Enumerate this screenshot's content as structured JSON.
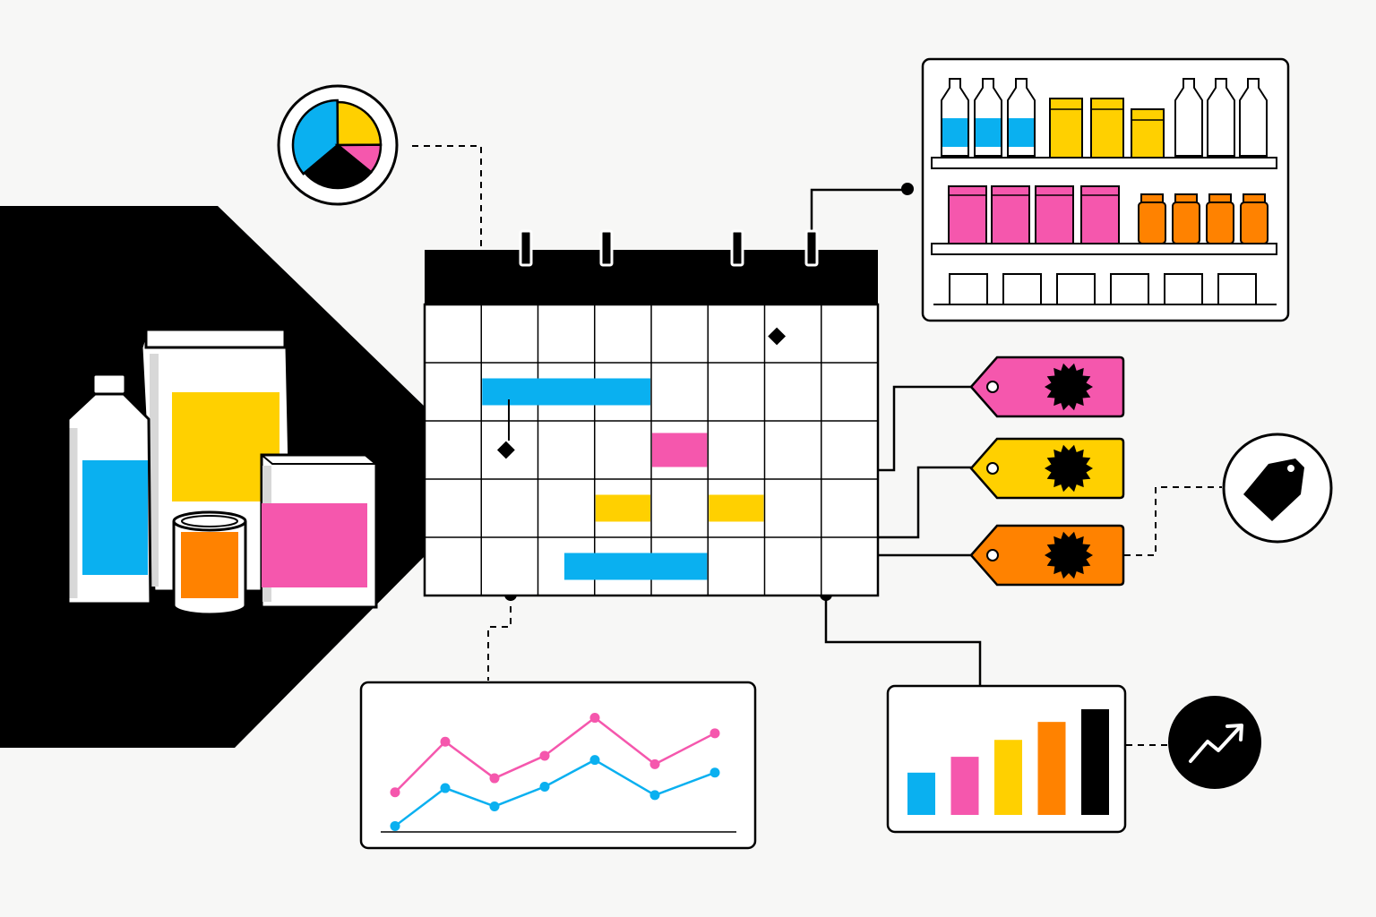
{
  "colors": {
    "background": "#f7f7f6",
    "ink": "#000000",
    "cyan": "#0ab0f0",
    "magenta": "#f557ad",
    "yellow": "#ffd000",
    "orange": "#ff8200",
    "paper": "#ffffff"
  },
  "products": [
    "bottle",
    "pouch",
    "box",
    "can"
  ],
  "pie_icon": {
    "slices": [
      {
        "color": "cyan",
        "fraction": 0.36
      },
      {
        "color": "yellow",
        "fraction": 0.25
      },
      {
        "color": "magenta",
        "fraction": 0.11
      },
      {
        "color": "black",
        "fraction": 0.28
      }
    ]
  },
  "calendar": {
    "columns": 8,
    "rows": 5,
    "binder_rings": 4,
    "bars": [
      {
        "row": 1,
        "start_col": 1,
        "span": 3,
        "color": "cyan"
      },
      {
        "row": 2,
        "start_col": 4,
        "span": 1,
        "color": "magenta"
      },
      {
        "row": 3,
        "start_col": 3,
        "span": 1,
        "color": "yellow"
      },
      {
        "row": 3,
        "start_col": 5,
        "span": 1,
        "color": "yellow"
      },
      {
        "row": 4,
        "start_col": 2.45,
        "span": 2.55,
        "color": "cyan"
      }
    ],
    "milestones": [
      {
        "row": 0,
        "col": 6
      },
      {
        "row": 2,
        "col": 1
      }
    ]
  },
  "shelf": {
    "top_row": [
      "cyan",
      "cyan",
      "cyan",
      "yellow",
      "yellow",
      "yellow",
      "empty",
      "empty",
      "empty"
    ],
    "middle_row": [
      "magenta",
      "magenta",
      "magenta",
      "magenta",
      "orange",
      "orange",
      "orange",
      "orange"
    ],
    "bottom_row_slots": 6
  },
  "price_tags": [
    "magenta",
    "yellow",
    "orange"
  ],
  "line_chart": {
    "series": [
      {
        "color": "magenta",
        "values": [
          0.32,
          0.68,
          0.42,
          0.58,
          0.85,
          0.52,
          0.74
        ]
      },
      {
        "color": "cyan",
        "values": [
          0.08,
          0.35,
          0.22,
          0.36,
          0.55,
          0.3,
          0.46
        ]
      }
    ]
  },
  "bar_chart": {
    "bars": [
      {
        "color": "cyan",
        "value": 0.4
      },
      {
        "color": "magenta",
        "value": 0.55
      },
      {
        "color": "yellow",
        "value": 0.71
      },
      {
        "color": "orange",
        "value": 0.88
      },
      {
        "color": "black",
        "value": 1.0
      }
    ]
  },
  "icons": {
    "pie": "pie-chart-icon",
    "tag": "price-tag-icon",
    "trend": "trend-up-icon"
  }
}
